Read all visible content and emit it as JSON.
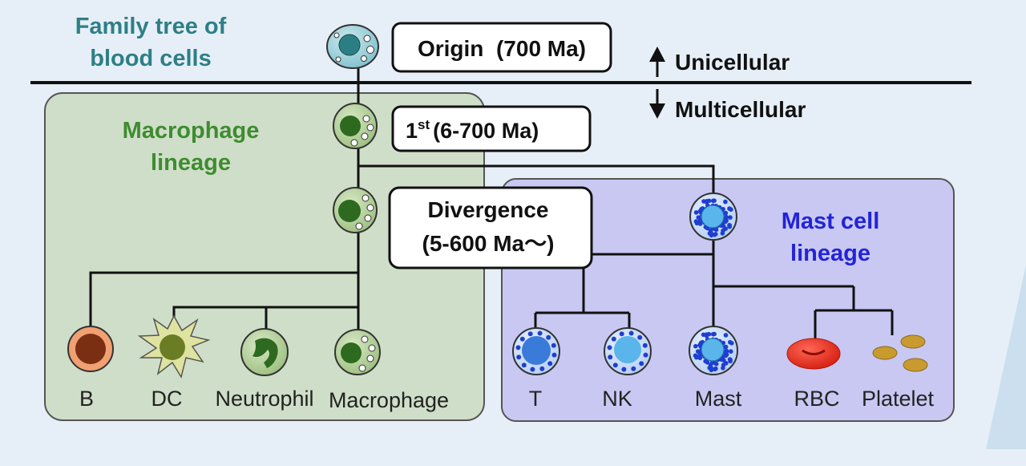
{
  "title": {
    "line1": "Family  tree of",
    "line2": "blood cells"
  },
  "origin_label": "Origin  (700 Ma)",
  "first_label": {
    "main": "1",
    "sup": "st",
    "rest": "(6-700 Ma)"
  },
  "divergence_label": {
    "line1": "Divergence",
    "line2": "(5-600 Ma〜)"
  },
  "direction": {
    "up": "Unicellular",
    "down": "Multicellular"
  },
  "macrophage_lineage": {
    "line1": "Macrophage",
    "line2": "lineage"
  },
  "mast_lineage": {
    "line1": "Mast cell",
    "line2": "lineage"
  },
  "cells": {
    "b": "B",
    "dc": "DC",
    "neutrophil": "Neutrophil",
    "macrophage": "Macrophage",
    "t": "T",
    "nk": "NK",
    "mast": "Mast",
    "rbc": "RBC",
    "platelet": "Platelet"
  },
  "colors": {
    "background": "#e6eff7",
    "macrophage_panel": "#cfdec8",
    "mast_panel": "#c8c8f2",
    "title": "#2e7f86",
    "macrophage_text": "#3e8c30",
    "mast_text": "#2323d8",
    "line": "#111111"
  }
}
